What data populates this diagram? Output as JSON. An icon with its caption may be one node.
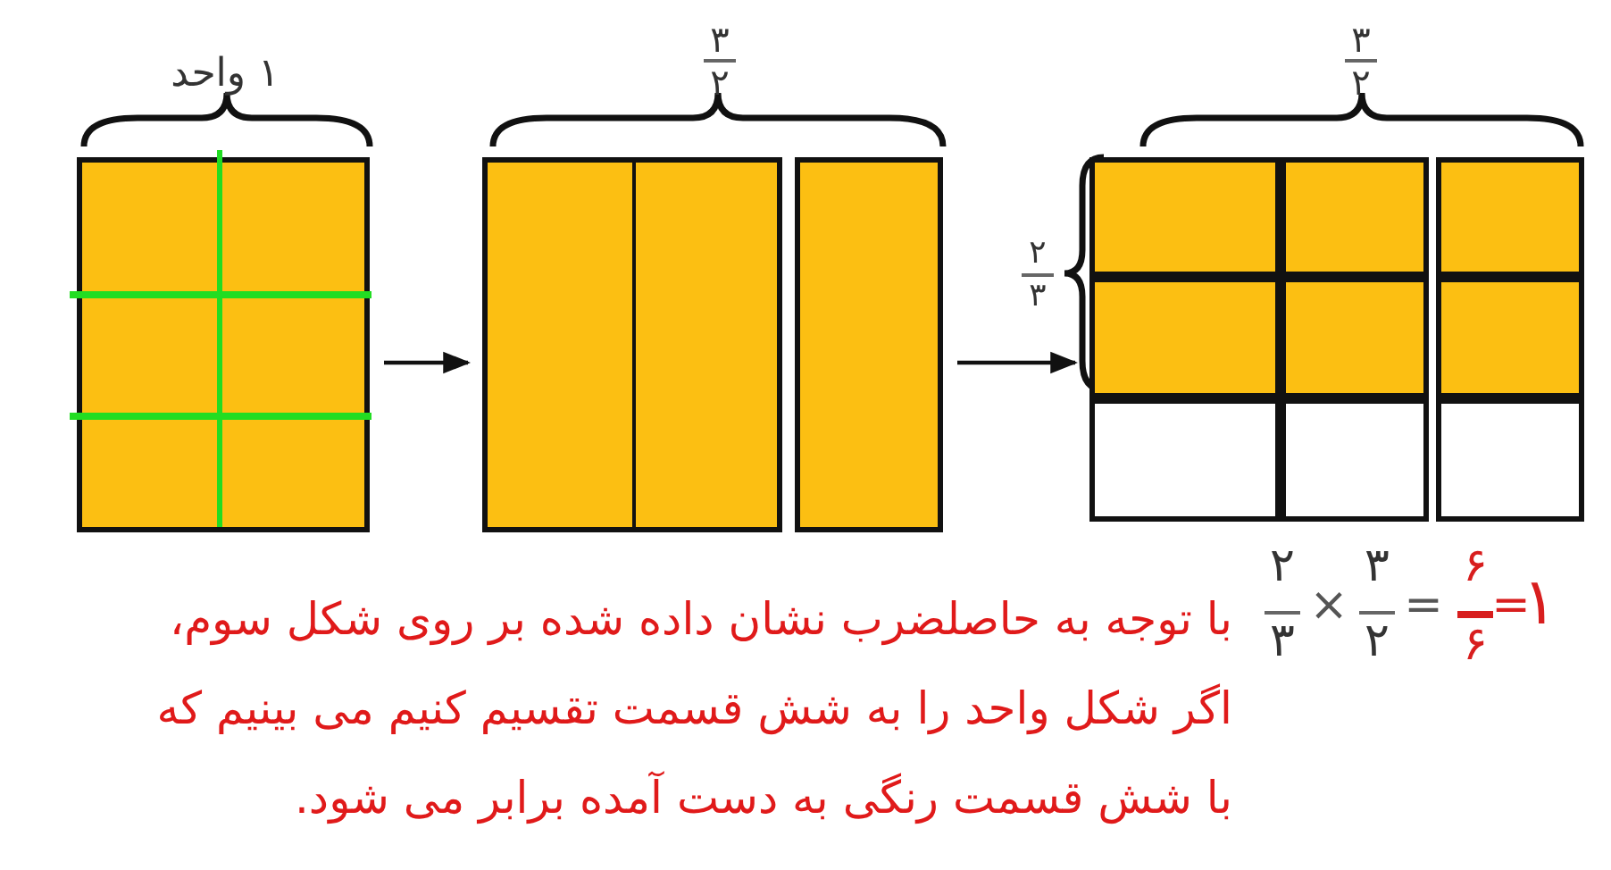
{
  "diagram": {
    "nodes": [
      {
        "text": [],
        "shape": "box",
        "beside": [
          "۱ واحد"
        ]
      },
      {
        "text": [],
        "shape": "box",
        "beside": [
          "۳",
          "۲"
        ]
      },
      {
        "text": [],
        "shape": "box",
        "beside": [
          "۳",
          "۲",
          "۲",
          "۳"
        ]
      }
    ],
    "edges": [
      {
        "from": 0,
        "to": 1,
        "arrow": "to"
      },
      {
        "from": 1,
        "to": 2,
        "arrow": "to"
      }
    ],
    "labels": [
      "۲",
      "۳",
      "×",
      "۳",
      "۲",
      "=",
      "۶",
      "۶",
      "=",
      "۱",
      "با توجه به حاصلضرب نشان داده شده بر روی شکل سوم، اگر شکل واحد را به شش قسمت تقسیم کنیم می بینیم که با شش قسمت رنگی به دست آمده برابر می شود."
    ]
  }
}
